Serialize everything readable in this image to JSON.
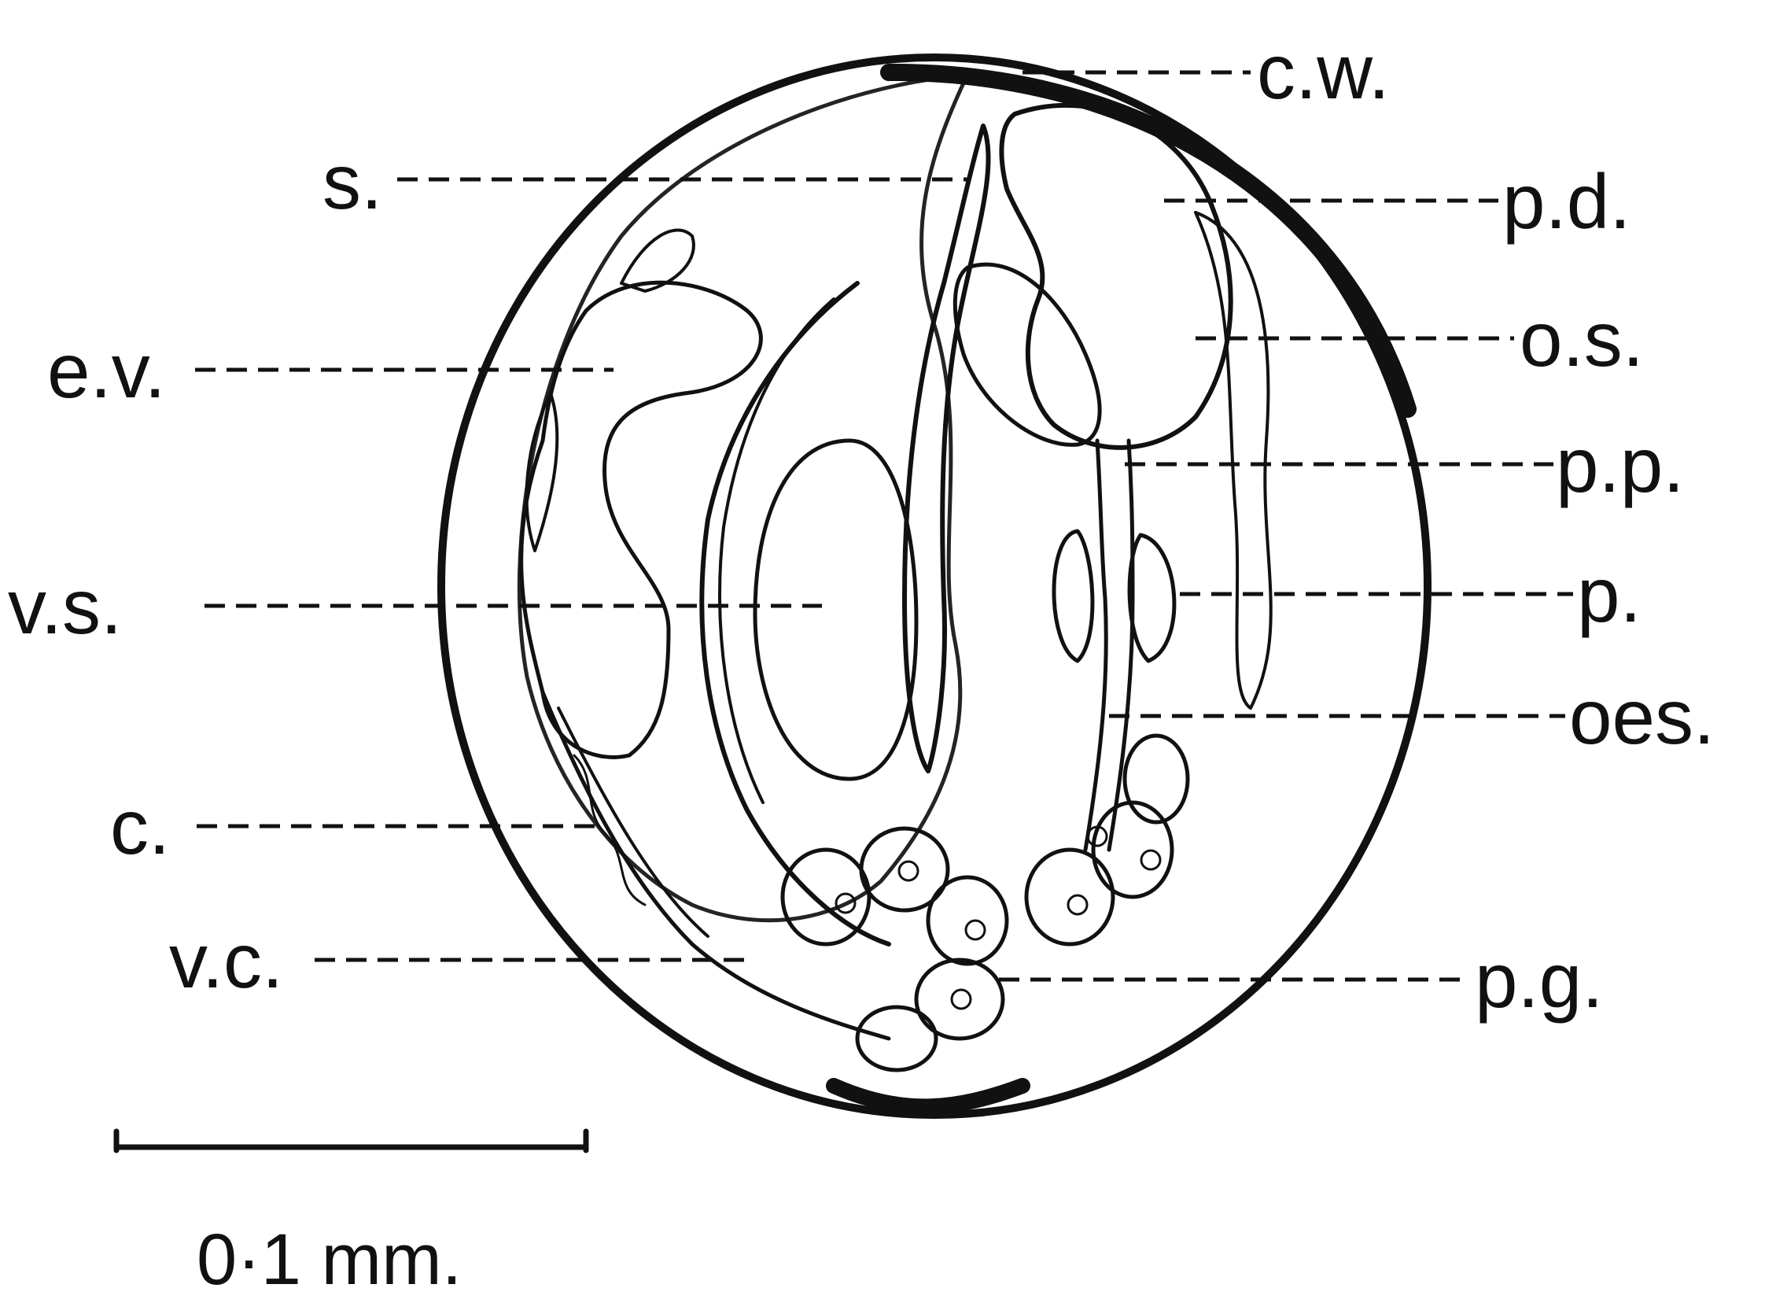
{
  "figure": {
    "labels": {
      "cw": "c.w.",
      "s": "s.",
      "pd": "p.d.",
      "ev": "e.v.",
      "os": "o.s.",
      "pp": "p.p.",
      "vs": "v.s.",
      "p": "p.",
      "oes": "oes.",
      "c": "c.",
      "vc": "v.c.",
      "pg": "p.g."
    },
    "scale_bar": {
      "label": "0·1 mm."
    },
    "colors": {
      "ink": "#111111",
      "background": "#ffffff"
    }
  }
}
